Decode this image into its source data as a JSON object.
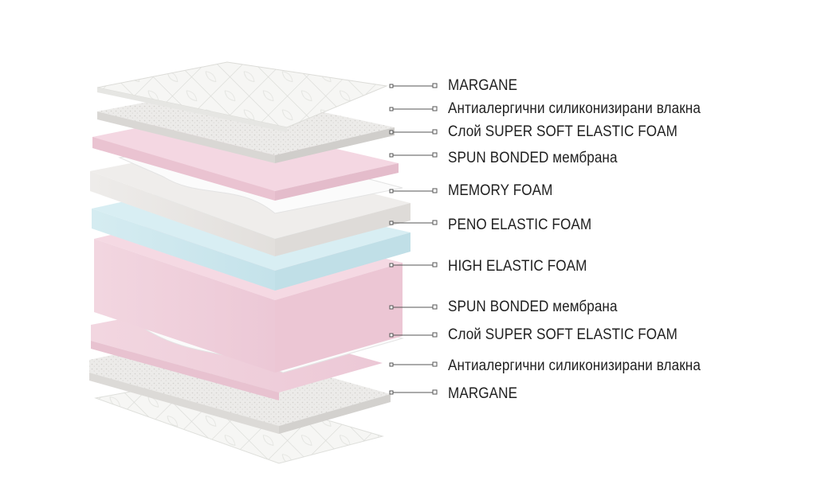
{
  "layers": [
    {
      "label": "MARGANE"
    },
    {
      "label": "Антиалергични силиконизирани влакна"
    },
    {
      "label": "Слой SUPER SOFT ELASTIC FOAM"
    },
    {
      "label": "SPUN BONDED мембрана"
    },
    {
      "label": "MEMORY FOAM"
    },
    {
      "label": "PENO ELASTIC FOAM"
    },
    {
      "label": "HIGH ELASTIC FOAM"
    },
    {
      "label": "SPUN BONDED мембрана"
    },
    {
      "label": "Слой SUPER SOFT ELASTIC FOAM"
    },
    {
      "label": "Антиалергични силиконизирани влакна"
    },
    {
      "label": "MARGANE"
    }
  ],
  "colors": {
    "background": "#ffffff",
    "quilt": "#f4f4f2",
    "fiber": "#e9e8e6",
    "pink": "#f0d3df",
    "membrane": "#fbfbfb",
    "memory": "#eae8e5",
    "blue": "#cfe8ee",
    "high_elastic": "#f2cfdc",
    "leader": "#555555"
  }
}
